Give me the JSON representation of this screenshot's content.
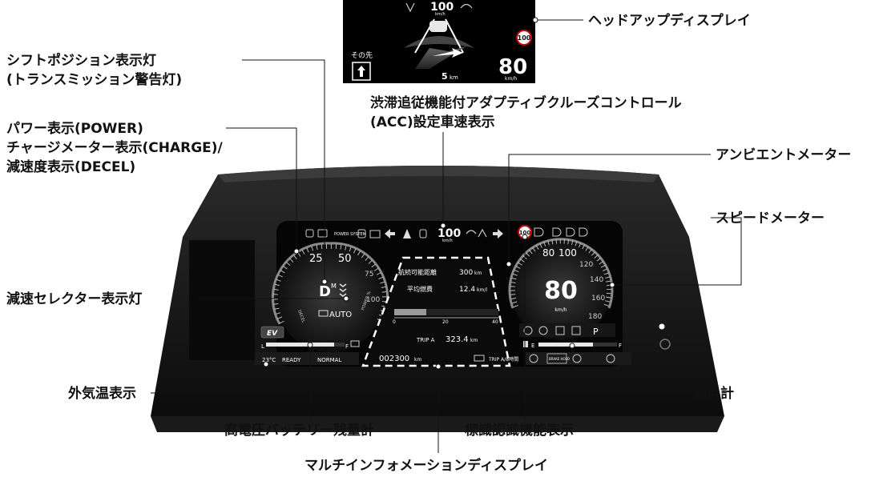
{
  "labels": {
    "hud": "ヘッドアップディスプレイ",
    "shift_1": "シフトポジション表示灯",
    "shift_2": "(トランスミッション警告灯)",
    "acc_1": "渋滞追従機能付アダプティブクルーズコントロール",
    "acc_2": "(ACC)設定車速表示",
    "power_1": "パワー表示(POWER)",
    "power_2": "チャージメーター表示(CHARGE)/",
    "power_3": "減速度表示(DECEL)",
    "ambient": "アンビエントメーター",
    "speedometer": "スピードメーター",
    "decel_selector": "減速セレクター表示灯",
    "outside_temp": "外気温表示",
    "fuel_gauge": "燃料計",
    "battery_gauge": "高電圧バッテリー残量計",
    "sign_recognition": "標識認識機能表示",
    "mid": "マルチインフォメーションディスプレイ"
  },
  "hud": {
    "set_speed": "100",
    "set_speed_unit": "km/h",
    "limit_sign": "100",
    "nav_label": "その先",
    "nav_distance_value": "5",
    "nav_distance_unit": "km",
    "speed": "80",
    "speed_unit": "km/h"
  },
  "cluster": {
    "power_label": "POWER SYSTEM",
    "acc_speed": "100",
    "acc_unit": "km/h",
    "power_ticks": [
      "25",
      "50",
      "75",
      "100"
    ],
    "decel_label": "DECEL",
    "power_pct_label": "POWER %",
    "shift_position": "D",
    "shift_mode": "M",
    "auto_label": "AUTO",
    "ev_label": "EV",
    "battery_low": "L",
    "battery_high": "F",
    "outside_temp": "23°C",
    "ready": "READY",
    "drive_mode": "NORMAL",
    "range_label": "航続可能距離",
    "range_value": "300",
    "range_unit": "km",
    "fuel_econ_label": "平均燃費",
    "fuel_econ_value": "12.4",
    "fuel_econ_unit": "km/l",
    "bar_ticks": [
      "0",
      "20",
      "40"
    ],
    "trip_label": "TRIP A",
    "trip_value": "323.4",
    "trip_unit": "km",
    "odometer": "002300",
    "odometer_unit": "km",
    "trip_footer": "TRIP A/8時間",
    "sign_limit": "100",
    "speed_ticks": [
      "80",
      "100",
      "120",
      "140",
      "160",
      "180"
    ],
    "speed": "80",
    "speed_unit": "km/h",
    "fuel_empty": "E",
    "fuel_full": "F",
    "brake_hold": "BRAKE HOLD",
    "park_label": "P"
  }
}
